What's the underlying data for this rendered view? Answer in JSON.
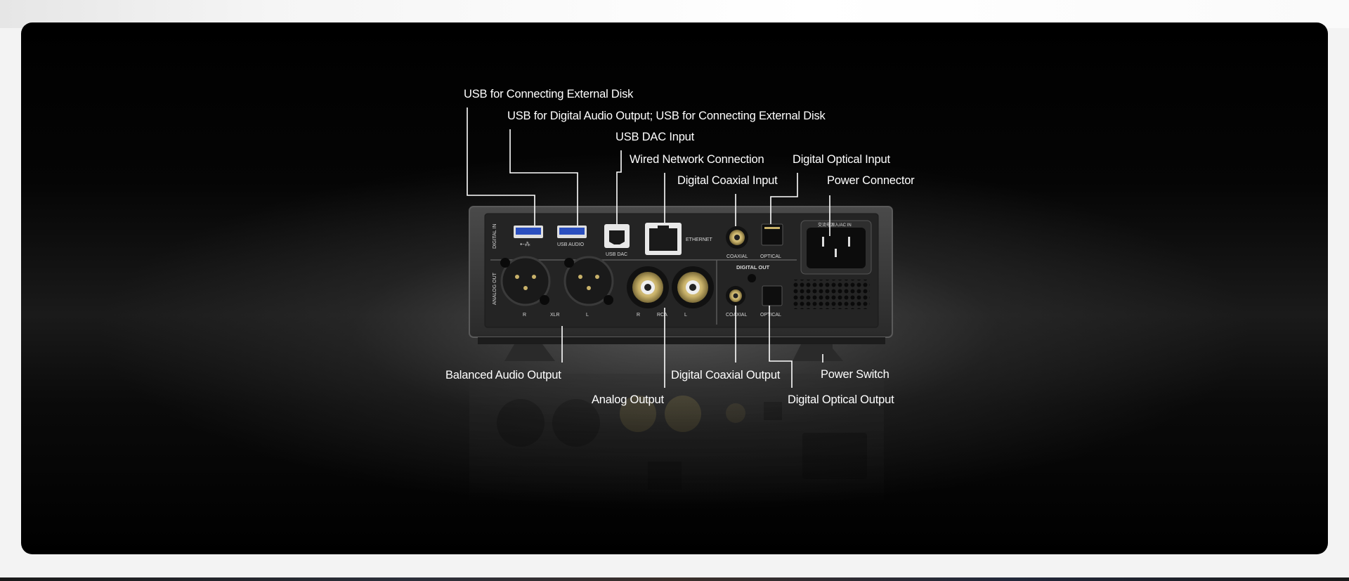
{
  "callouts_top": {
    "usb_external_disk": "USB for Connecting External Disk",
    "usb_digital_audio": "USB for Digital Audio Output; USB for Connecting External Disk",
    "usb_dac_input": "USB DAC Input",
    "wired_network": "Wired Network Connection",
    "digital_coaxial_input": "Digital Coaxial Input",
    "digital_optical_input": "Digital Optical Input",
    "power_connector": "Power Connector"
  },
  "callouts_bottom": {
    "balanced_audio_output": "Balanced Audio Output",
    "analog_output": "Analog Output",
    "digital_coaxial_output": "Digital Coaxial Output",
    "power_switch": "Power Switch",
    "digital_optical_output": "Digital Optical Output"
  },
  "device_markings": {
    "digital_in": "DIGITAL IN",
    "usb_audio": "USB AUDIO",
    "usb_dac": "USB DAC",
    "ethernet": "ETHERNET",
    "coaxial": "COAXIAL",
    "optical": "OPTICAL",
    "ac_in": "交流电源入/AC IN",
    "digital_out": "DIGITAL OUT",
    "analog_out": "ANALOG OUT",
    "xlr_r": "R",
    "xlr": "XLR",
    "xlr_l": "L",
    "rca_r": "R",
    "rca": "RCA",
    "rca_l": "L"
  },
  "colors": {
    "panel_bg": "#000000",
    "label_text": "#ffffff",
    "leader_line": "#ffffff",
    "chassis": "#3a3a3a",
    "usb_port": "#2b4fbf",
    "rca_gold": "#c9b26a"
  }
}
